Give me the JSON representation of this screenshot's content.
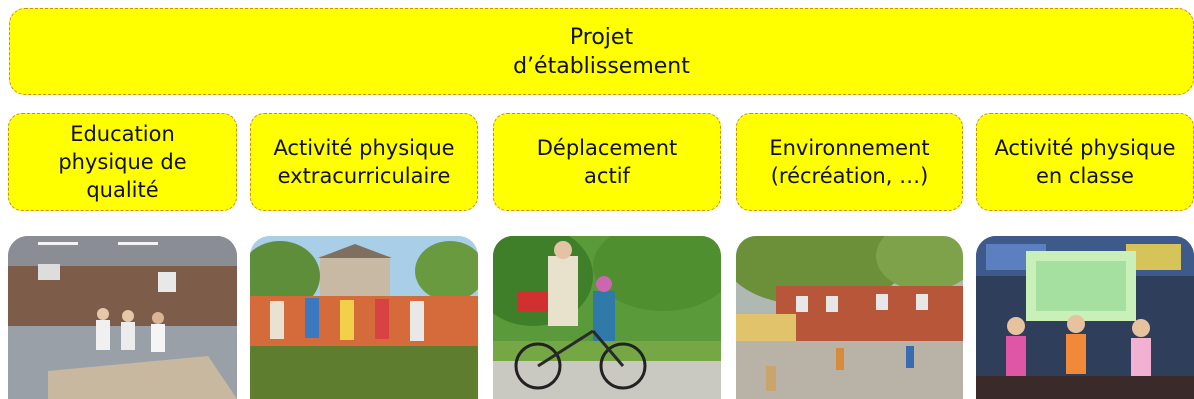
{
  "project": {
    "title": "Projet\nd’établissement"
  },
  "pillars": [
    {
      "label": "Education\nphysique de\nqualité"
    },
    {
      "label": "Activité physique\nextracurriculaire"
    },
    {
      "label": "Déplacement\nactif"
    },
    {
      "label": "Environnement\n(récréation, …)"
    },
    {
      "label": "Activité physique\nen classe"
    }
  ],
  "photos": [
    {
      "subject": "gym-hall-photo"
    },
    {
      "subject": "running-children-photo"
    },
    {
      "subject": "cycling-commute-photo"
    },
    {
      "subject": "schoolyard-recess-photo"
    },
    {
      "subject": "classroom-activity-photo"
    }
  ],
  "colors": {
    "box_fill": "#ffff00",
    "box_border": "#c88a2a",
    "text": "#111111"
  }
}
